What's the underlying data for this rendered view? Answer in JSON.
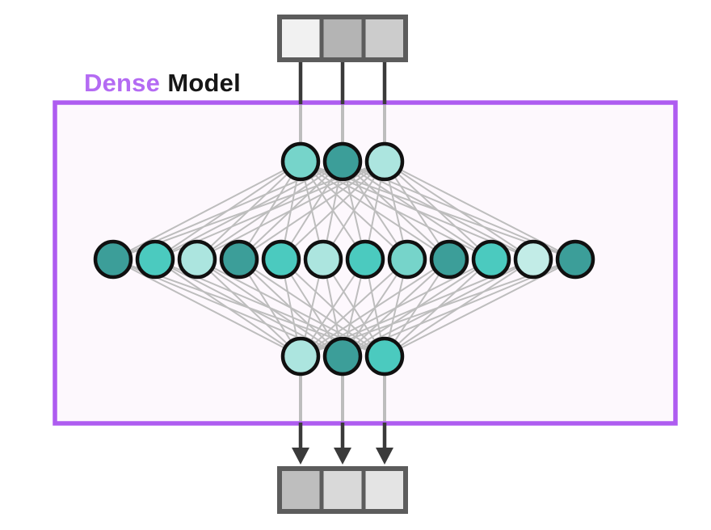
{
  "title": {
    "highlight": "Dense",
    "rest": "Model"
  },
  "colors": {
    "title_highlight": "#B46BF3",
    "title_rest": "#161616",
    "box_border": "#AE5CF0",
    "box_fill": "#FDF8FD",
    "node_stroke": "#101010",
    "mesh_line": "#BDBDBD",
    "inner_line": "#BDBDBD",
    "outer_line": "#3A3A3A",
    "token_border": "#5C5C5C",
    "palette": {
      "dark": "#3C9E99",
      "medium": "#4BCABF",
      "medlight": "#76D4CA",
      "light": "#ACE5DF",
      "lighter": "#C2ECE7"
    }
  },
  "diagram": {
    "input_tokens": {
      "cells": [
        "#F1F1F1",
        "#B4B4B4",
        "#CCCCCC"
      ]
    },
    "output_tokens": {
      "cells": [
        "#BEBEBE",
        "#D9D9D9",
        "#E4E4E4"
      ]
    },
    "layers": [
      {
        "name": "top",
        "nodes": [
          "medlight",
          "dark",
          "light"
        ]
      },
      {
        "name": "middle",
        "nodes": [
          "dark",
          "medium",
          "light",
          "dark",
          "medium",
          "light",
          "medium",
          "medlight",
          "dark",
          "medium",
          "lighter",
          "dark"
        ]
      },
      {
        "name": "bottom",
        "nodes": [
          "light",
          "dark",
          "medium"
        ]
      }
    ],
    "arrow_count": 3
  }
}
